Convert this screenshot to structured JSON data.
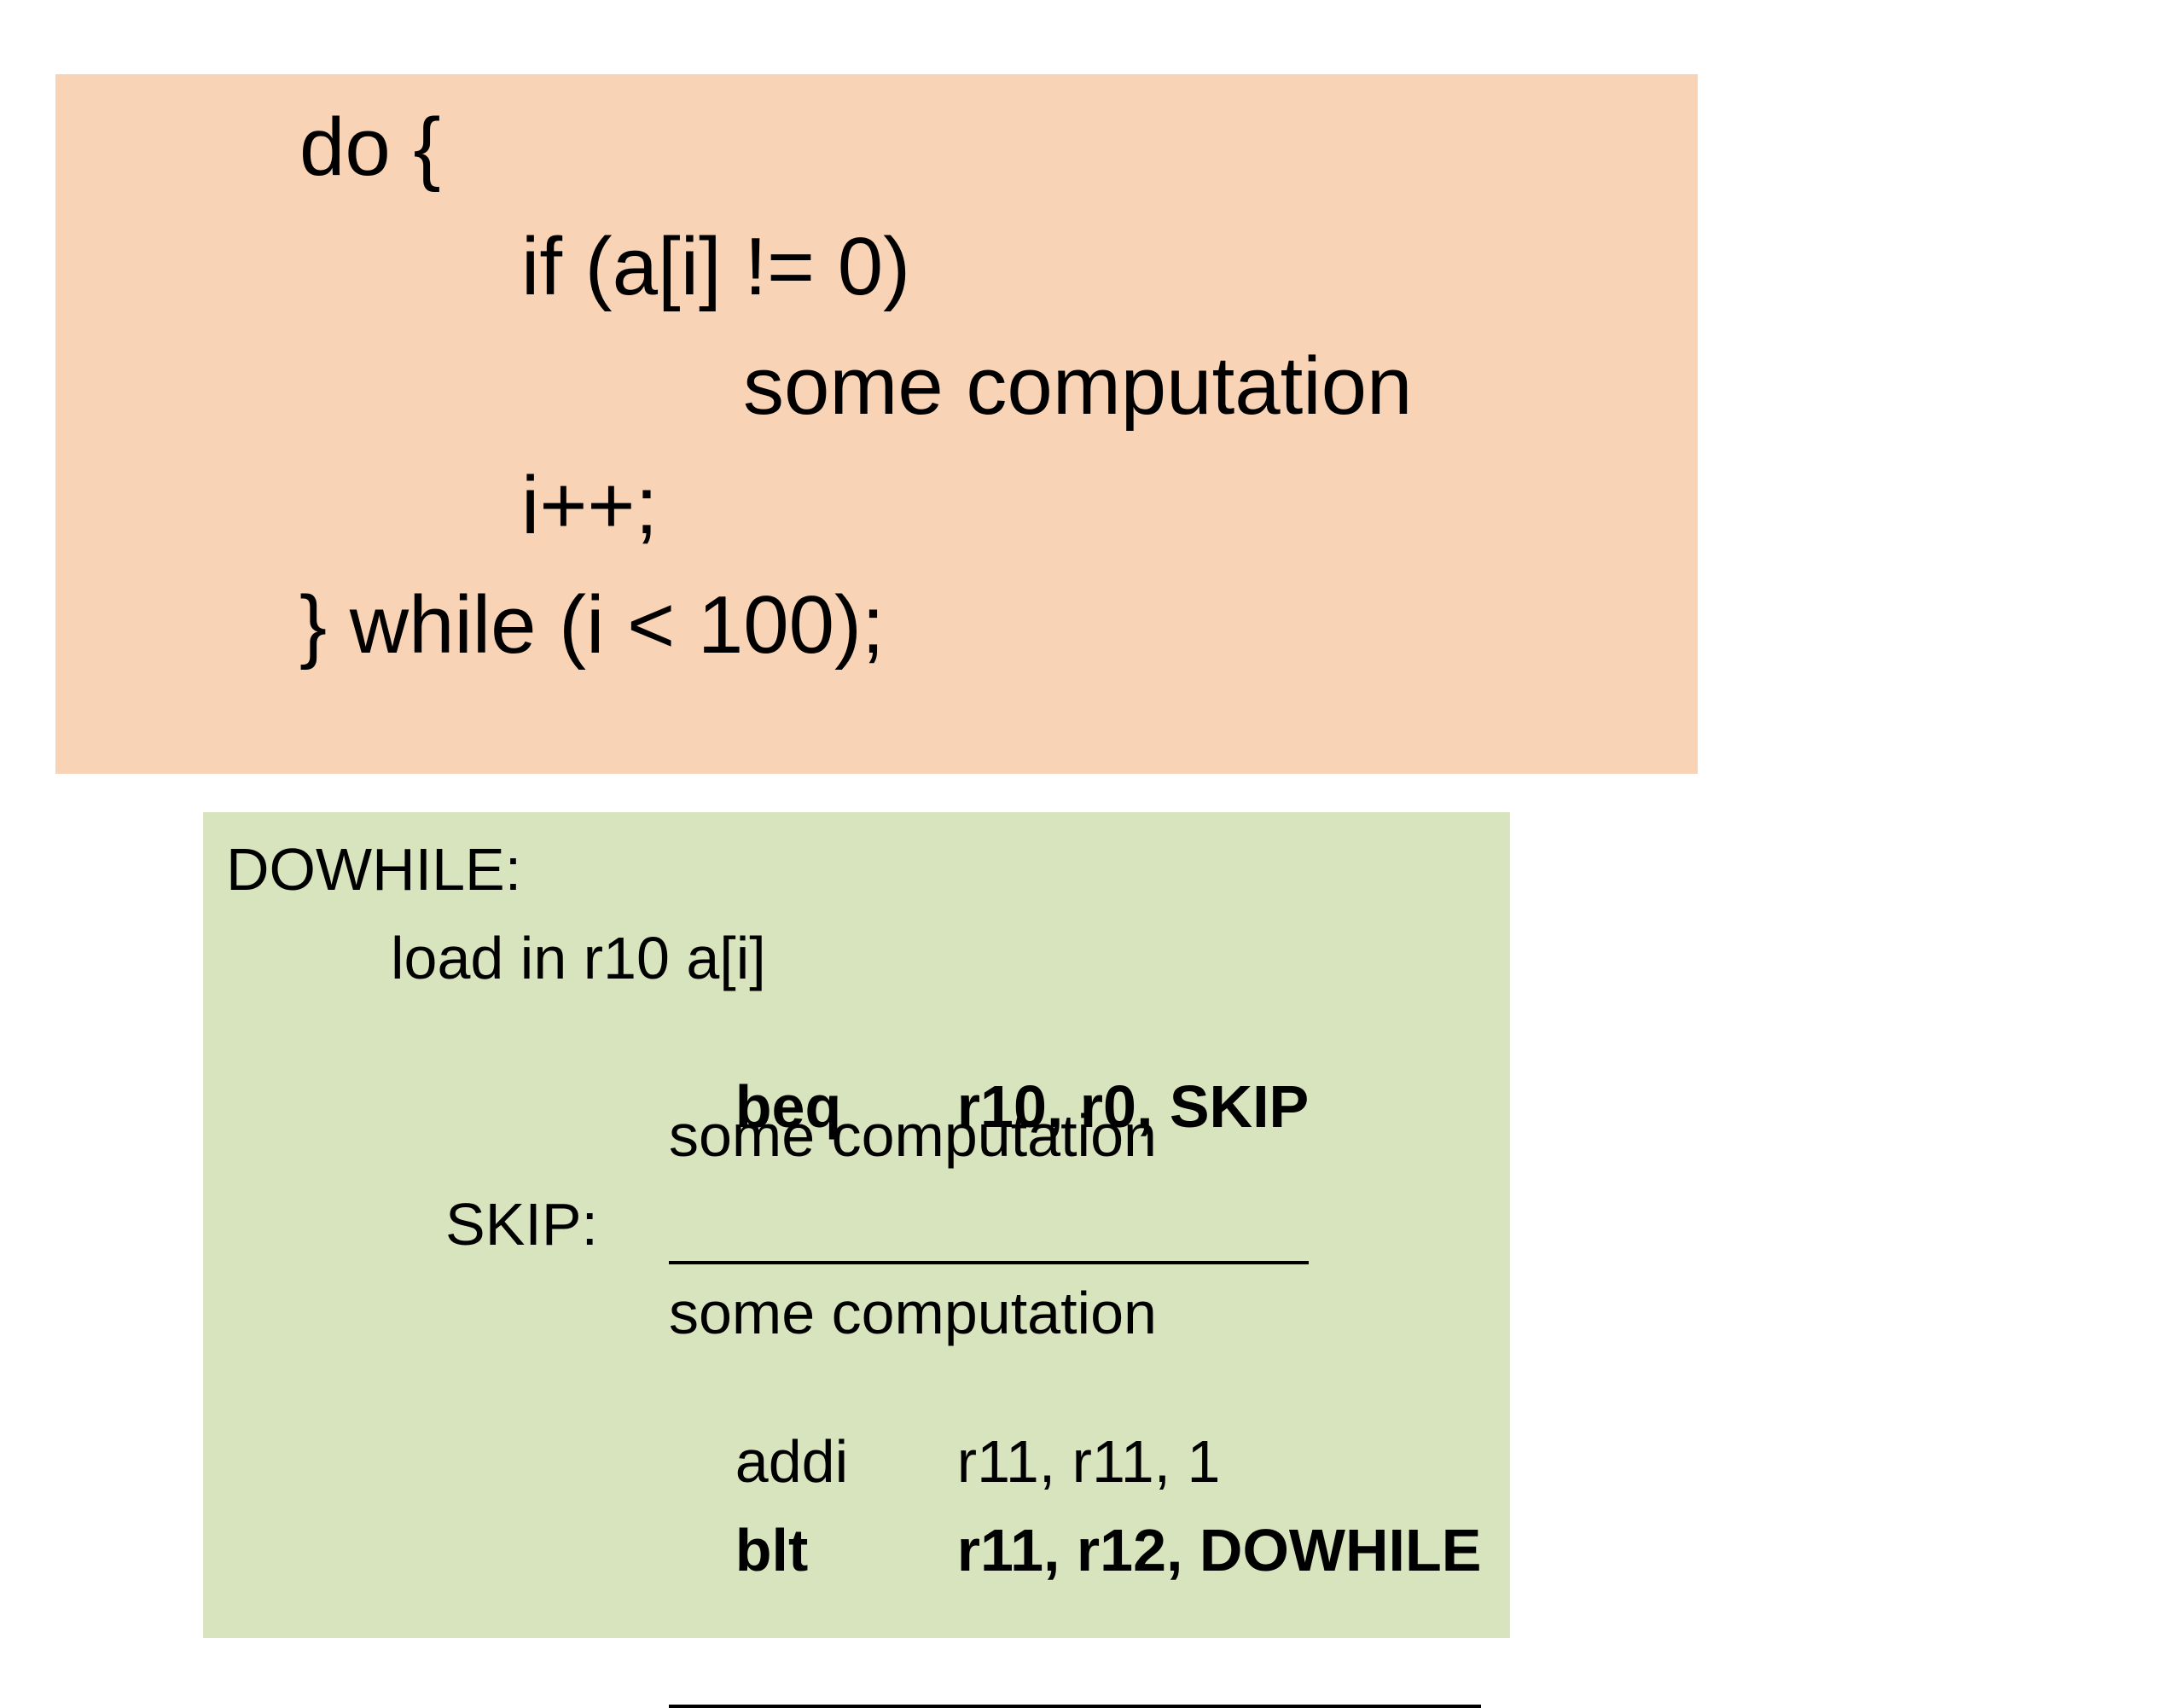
{
  "c_code": {
    "lines": [
      "do {",
      "if (a[i] != 0)",
      "some computation",
      "i++;",
      "} while (i < 100);"
    ]
  },
  "assembly": {
    "label_dowhile": "DOWHILE:",
    "load_line": "load in r10 a[i]",
    "beq": {
      "mnemonic": "beq",
      "operands": "r10, r0, SKIP"
    },
    "computation_1": "some computation",
    "label_skip": "SKIP:",
    "computation_2": "some computation",
    "addi": {
      "mnemonic": "addi",
      "operands": "r11, r11, 1"
    },
    "blt": {
      "mnemonic": "blt",
      "operands": "r11, r12, DOWHILE"
    }
  },
  "colors": {
    "c_panel_bg": "#f8d3b5",
    "asm_panel_bg": "#d8e4bd"
  }
}
